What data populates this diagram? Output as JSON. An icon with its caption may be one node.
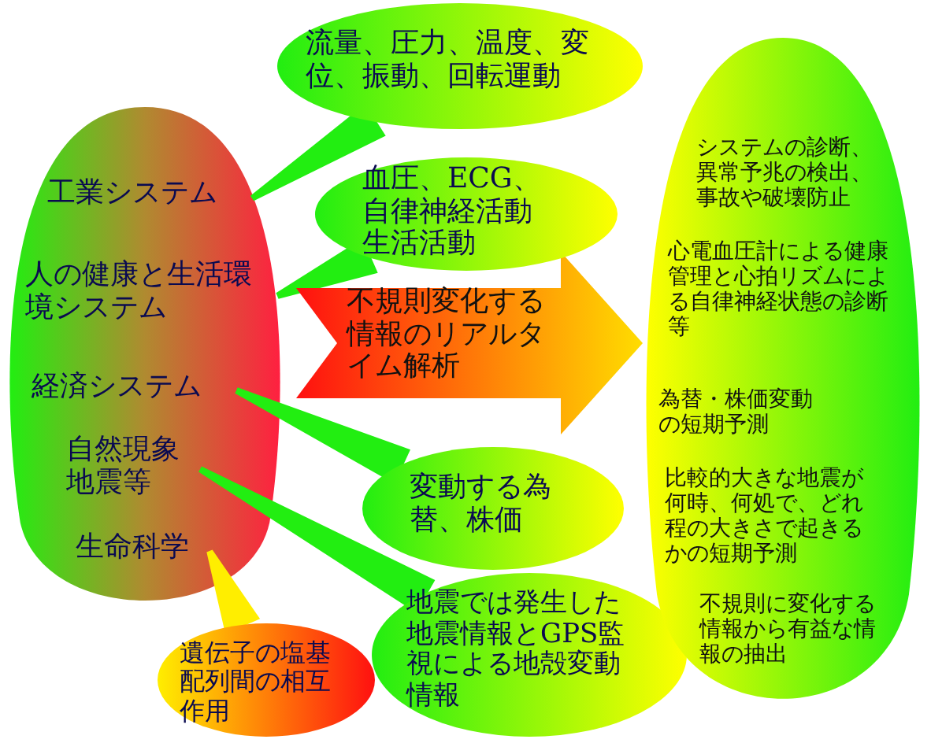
{
  "diagram": {
    "nodes": [
      {
        "text": [],
        "shape": "ellipse"
      },
      {
        "text": [
          "工業システム"
        ],
        "in": 0
      },
      {
        "text": [
          "人の健康と生活環境システム"
        ],
        "in": 0
      },
      {
        "text": [
          "経済システム"
        ],
        "in": 0
      },
      {
        "text": [
          "自然現象地震等"
        ],
        "in": 0
      },
      {
        "text": [
          "生命科学"
        ],
        "in": 0
      },
      {
        "text": [
          "流量、圧力、温度、変位、振動、回転運動"
        ]
      },
      {
        "text": [
          "血圧、ECG、自律神経活動生活活動"
        ]
      },
      {
        "text": [
          "変動する為替、株価"
        ]
      },
      {
        "text": [
          "地震では発生した地震情報とGPS監視による地殻変動情報"
        ]
      },
      {
        "text": [
          "遺伝子の塩基配列間の相互作用"
        ]
      },
      {
        "text": [
          "システムの診断、異常予兆の検出、事故や破壊防止",
          "心電血圧計による健康管理と心拍リズムによる自律神経状態の診断等",
          "為替・株価変動の短期予測",
          "比較的大きな地震が何時、何処で、どれ程の大きさで起きるかの短期予測",
          "不規則に変化する情報から有益な情報の抽出"
        ]
      }
    ],
    "edges": [
      {
        "from": 1,
        "to": 6,
        "arrow": "none"
      },
      {
        "from": 2,
        "to": 7,
        "arrow": "none"
      },
      {
        "from": 3,
        "to": 8,
        "arrow": "none"
      },
      {
        "from": 4,
        "to": 9,
        "arrow": "none"
      },
      {
        "from": 5,
        "to": 10,
        "arrow": "none",
        "color": "#ffee00"
      },
      {
        "from": 0,
        "to": 11,
        "arrow": "to",
        "label": "不規則変化する情報のリアルタイム解析"
      }
    ]
  }
}
